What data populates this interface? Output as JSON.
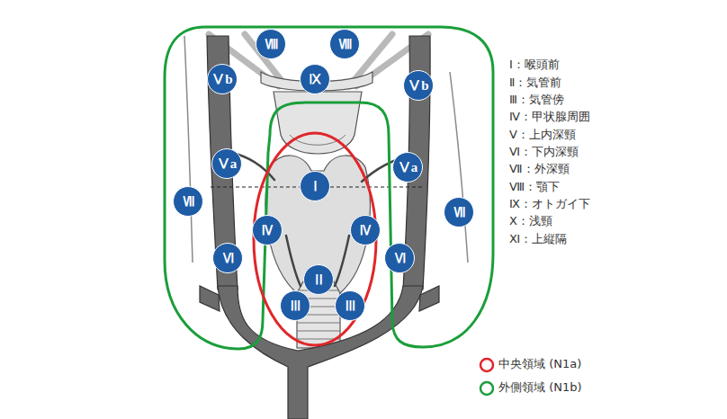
{
  "diagram": {
    "nodes": [
      {
        "text": [
          "Ⅷ"
        ]
      },
      {
        "text": [
          "Ⅷ"
        ]
      },
      {
        "text": [
          "Ⅴb"
        ]
      },
      {
        "text": [
          "Ⅸ"
        ]
      },
      {
        "text": [
          "Ⅴb"
        ]
      },
      {
        "text": [
          "Ⅴa"
        ]
      },
      {
        "text": [
          "Ⅴa"
        ]
      },
      {
        "text": [
          "Ⅰ"
        ]
      },
      {
        "text": [
          "Ⅶ"
        ]
      },
      {
        "text": [
          "Ⅶ"
        ]
      },
      {
        "text": [
          "Ⅳ"
        ]
      },
      {
        "text": [
          "Ⅳ"
        ]
      },
      {
        "text": [
          "Ⅵ"
        ]
      },
      {
        "text": [
          "Ⅵ"
        ]
      },
      {
        "text": [
          "Ⅱ"
        ]
      },
      {
        "text": [
          "Ⅲ"
        ]
      },
      {
        "text": [
          "Ⅲ"
        ]
      }
    ],
    "labels": [
      "Ⅰ：喉頭前",
      "Ⅱ：気管前",
      "Ⅲ：気管傍",
      "Ⅳ：甲状腺周囲",
      "Ⅴ：上内深頸",
      "Ⅵ：下内深頸",
      "Ⅶ：外深頸",
      "Ⅷ：顎下",
      "Ⅸ：オトガイ下",
      "Ⅹ：浅頸",
      "Ⅺ：上縦隔"
    ],
    "legend": [
      {
        "text": "中央領域 (N1a)"
      },
      {
        "text": "外側領域 (N1b)"
      }
    ]
  }
}
